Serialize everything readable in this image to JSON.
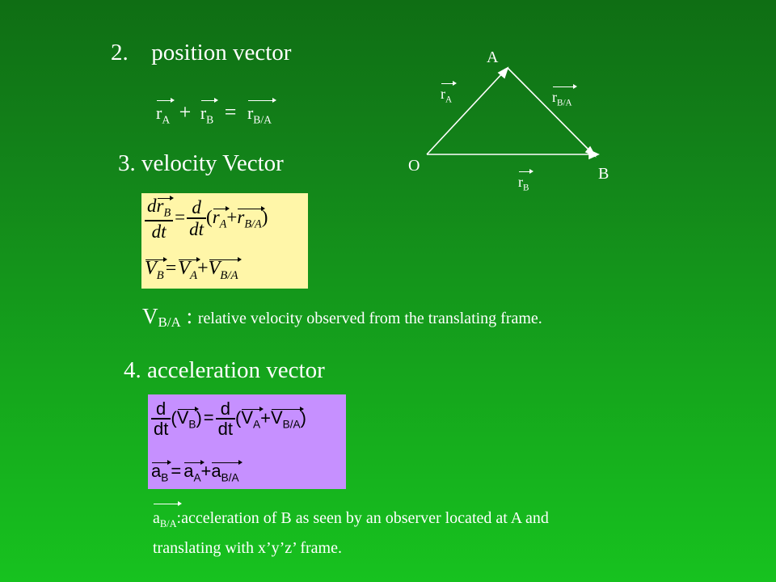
{
  "section2": {
    "number": "2.",
    "title": "position vector"
  },
  "position_equation": {
    "r": "r",
    "sub_a": "A",
    "sub_b": "B",
    "sub_ba": "B/A",
    "plus": "+",
    "equals": "="
  },
  "diagram": {
    "point_o": "O",
    "point_a": "A",
    "point_b": "B",
    "r": "r",
    "sub_a": "A",
    "sub_b": "B",
    "sub_ba": "B/A"
  },
  "section3": {
    "title": "3. velocity Vector"
  },
  "velocity_formula": {
    "d": "d",
    "dt": "dt",
    "r": "r",
    "V": "V",
    "sub_a": "A",
    "sub_b": "B",
    "sub_ba": "B/A",
    "open": "(",
    "close": ")",
    "plus": "+",
    "equals": "="
  },
  "relative_velocity": {
    "symbol": "V",
    "sub": "B/A",
    "colon": " : ",
    "text": "relative velocity observed from the translating frame."
  },
  "section4": {
    "title": "4. acceleration vector"
  },
  "acceleration_formula": {
    "d": "d",
    "dt": "dt",
    "V": "V",
    "a": "a",
    "sub_a": "A",
    "sub_b": "B",
    "sub_ba": "B/A",
    "open": "(",
    "close": ")",
    "plus": "+",
    "equals": "="
  },
  "relative_acceleration": {
    "symbol": "a",
    "sub": "B/A",
    "line1": ":acceleration of B as seen by an observer located at A and",
    "line2": "translating with x’y’z’ frame."
  },
  "colors": {
    "formula_yellow": "#fff6a8",
    "formula_purple": "#c690ff",
    "background_top": "#0f6e14",
    "background_bottom": "#17c21f"
  }
}
